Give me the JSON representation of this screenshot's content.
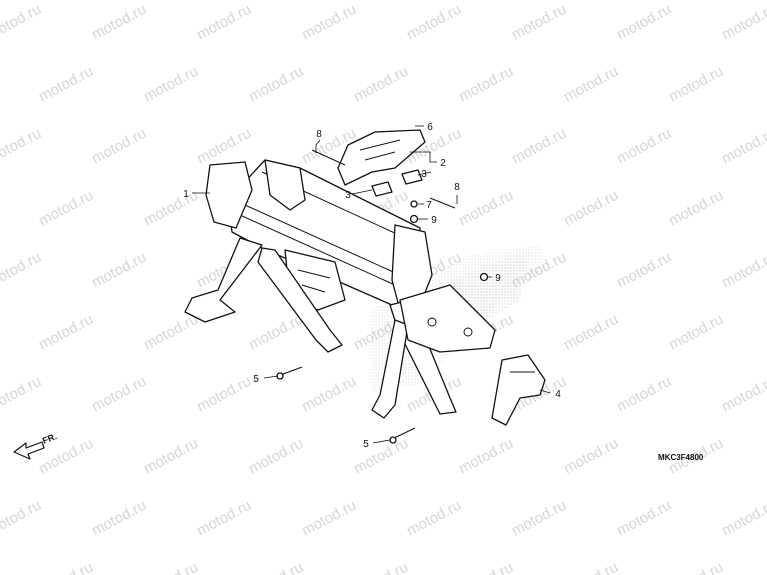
{
  "watermark": {
    "text": "motod.ru"
  },
  "diagram": {
    "code": "MKC3F4800",
    "front_marker": "FR.",
    "callouts": [
      {
        "id": "c1",
        "label": "1"
      },
      {
        "id": "c2",
        "label": "2"
      },
      {
        "id": "c3a",
        "label": "3"
      },
      {
        "id": "c3b",
        "label": "3"
      },
      {
        "id": "c4",
        "label": "4"
      },
      {
        "id": "c5a",
        "label": "5"
      },
      {
        "id": "c5b",
        "label": "5"
      },
      {
        "id": "c6",
        "label": "6"
      },
      {
        "id": "c7",
        "label": "7"
      },
      {
        "id": "c8a",
        "label": "8"
      },
      {
        "id": "c8b",
        "label": "8"
      },
      {
        "id": "c9a",
        "label": "9"
      },
      {
        "id": "c9b",
        "label": "9"
      }
    ]
  },
  "colors": {
    "line": "#111111",
    "watermark": "#d6d6d6",
    "shading": "#9a9a9a"
  }
}
